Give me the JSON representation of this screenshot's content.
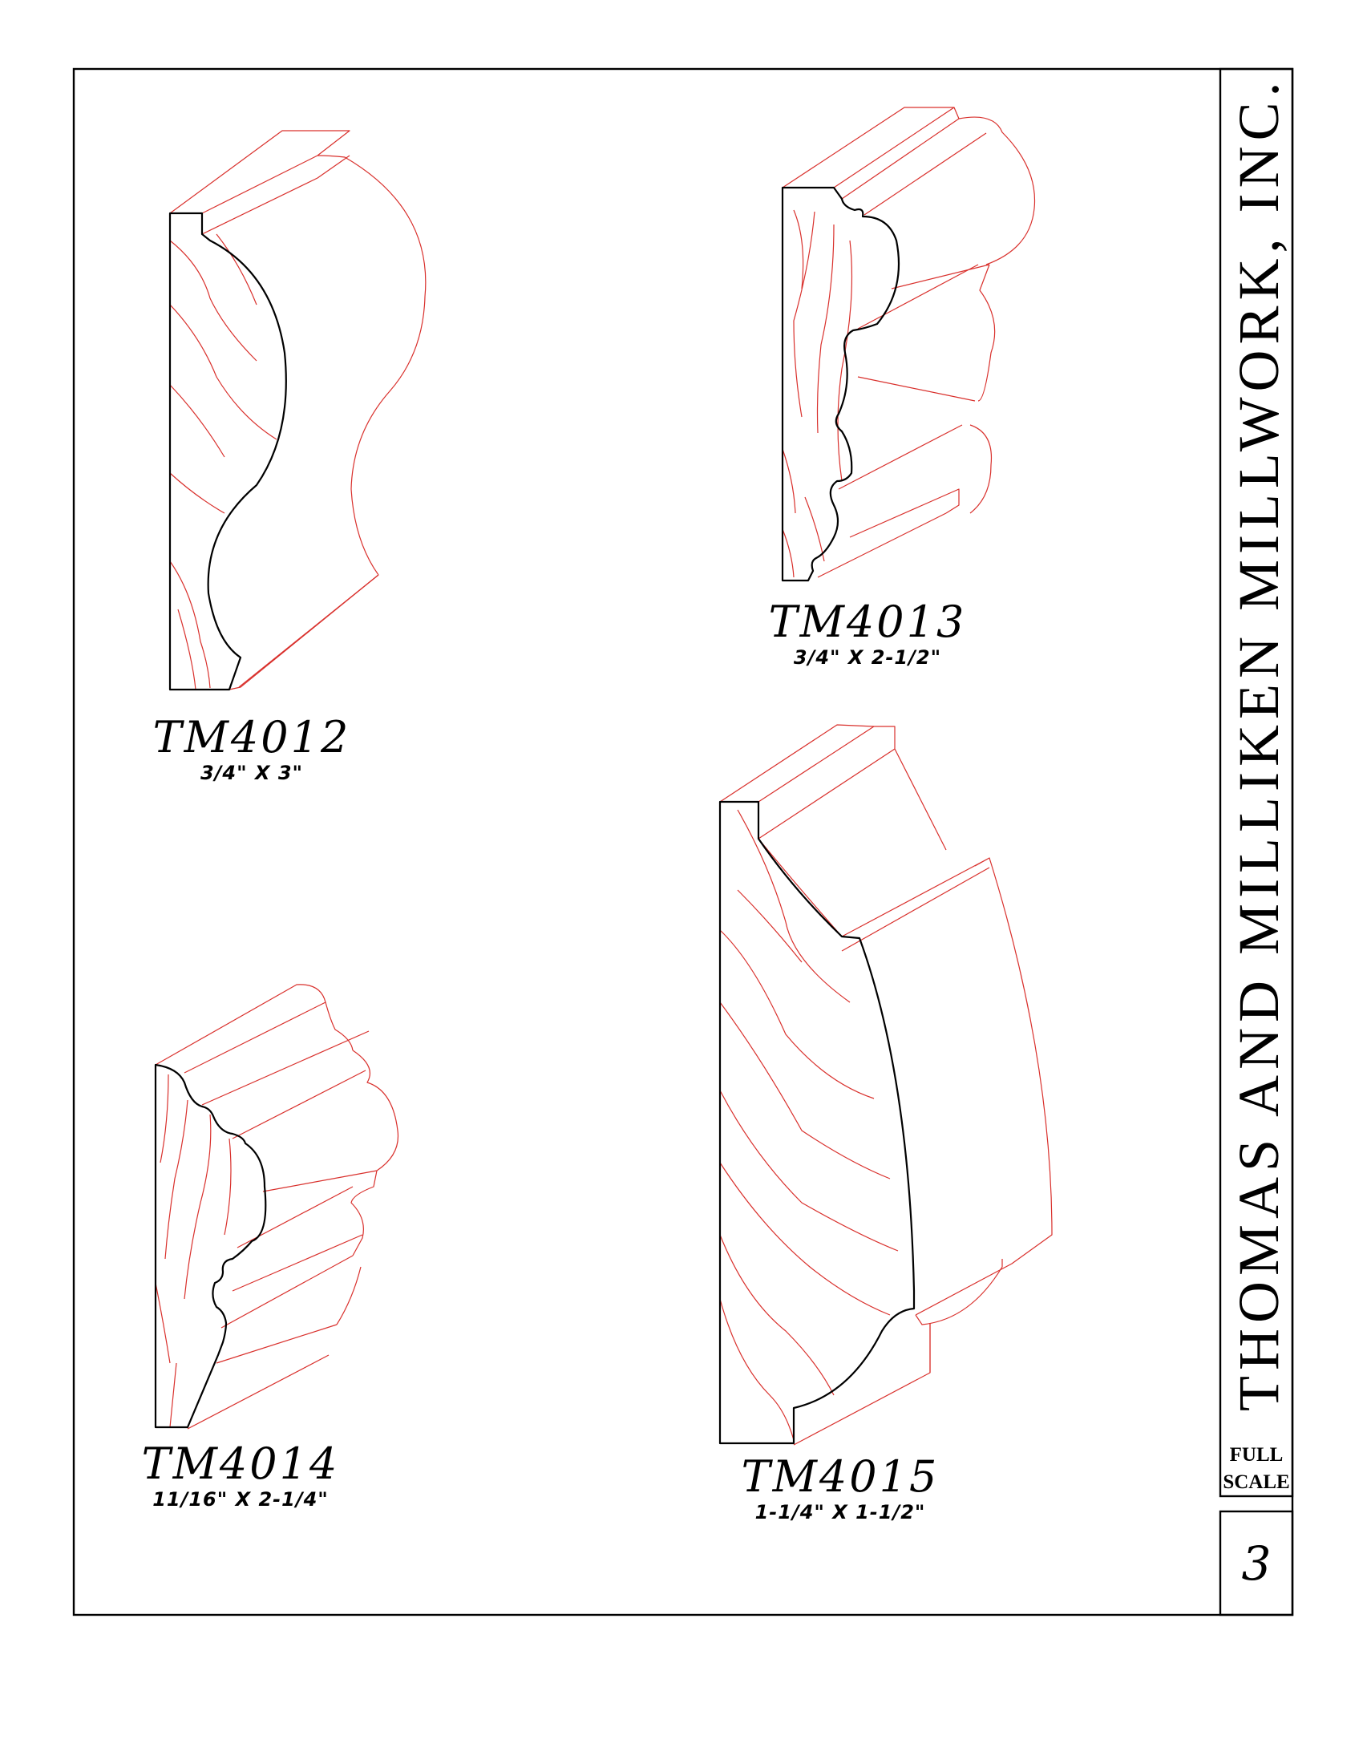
{
  "company": "THOMAS AND MILLIKEN MILLWORK, INC.",
  "scale": {
    "line1": "FULL",
    "line2": "SCALE"
  },
  "page_number": "3",
  "colors": {
    "profile_outline": "#000000",
    "projection_lines": "#d9302c"
  },
  "moldings": [
    {
      "code": "TM4012",
      "size": "3/4\"  X 3\""
    },
    {
      "code": "TM4013",
      "size": "3/4\"  X 2-1/2\""
    },
    {
      "code": "TM4014",
      "size": "11/16\"  X 2-1/4\""
    },
    {
      "code": "TM4015",
      "size": "1-1/4\"  X 1-1/2\""
    }
  ]
}
